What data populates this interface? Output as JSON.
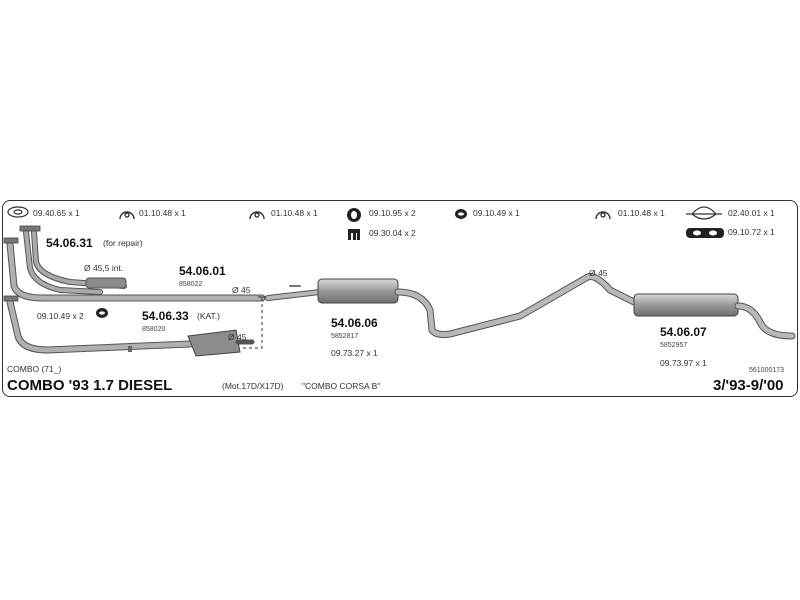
{
  "top_row": [
    {
      "icon": "flange-gasket-icon",
      "text": "09.40.65 x 1"
    },
    {
      "icon": "rubber-hanger-icon",
      "text": "01.10.48 x 1"
    },
    {
      "icon": "rubber-hanger-icon",
      "text": "01.10.48 x 1"
    },
    {
      "icon": "rubber-mount-icon",
      "text": "09.10.95 x 2"
    },
    {
      "icon": "ring-gasket-icon",
      "text": "09.10.49 x 1"
    },
    {
      "icon": "rubber-hanger-icon",
      "text": "01.10.48 x 1"
    },
    {
      "icon": "mounting-bracket-icon",
      "text": "02.40.01 x 1"
    }
  ],
  "secondary": [
    {
      "icon": "clamp-icon",
      "text": "09.30.04 x 2"
    },
    {
      "icon": "double-gasket-icon",
      "text": "09.10.72 x 1"
    }
  ],
  "parts": {
    "p31": {
      "number": "54.06.31",
      "note": "(for repair)",
      "dim": "Ø 45,5 int."
    },
    "p01": {
      "number": "54.06.01",
      "oe": "858022",
      "dim": "Ø 45"
    },
    "p33": {
      "number": "54.06.33",
      "note": "(KAT.)",
      "oe": "858020",
      "dim": "Ø 45",
      "gasket": "09.10.49 x 2"
    },
    "p06": {
      "number": "54.06.06",
      "oe": "5852817",
      "acc": "09.73.27 x 1"
    },
    "p07": {
      "number": "54.06.07",
      "oe": "5852957",
      "acc": "09.73.97 x 1",
      "dim": "Ø 45"
    }
  },
  "footer": {
    "model_code": "COMBO (71_)",
    "title": "COMBO '93  1.7 DIESEL",
    "engine": "(Mot.17D/X17D)",
    "variant": "\"COMBO CORSA B\"",
    "catalog_no": "561000173",
    "years": "3/'93-9/'00"
  },
  "colors": {
    "pipe": "#a9a9a9",
    "pipe_edge": "#555555",
    "frame": "#333333"
  }
}
